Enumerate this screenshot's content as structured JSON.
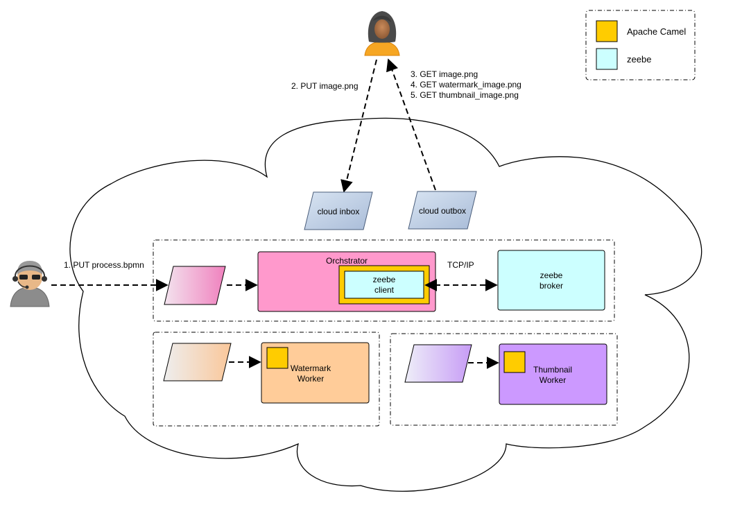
{
  "legend": {
    "items": [
      {
        "label": "Apache Camel",
        "color": "#FFCC00"
      },
      {
        "label": "zeebe",
        "color": "#CCFFFF"
      }
    ]
  },
  "actors": {
    "end_user": {
      "icon": "woman-user-icon"
    },
    "admin": {
      "icon": "operator-headset-icon"
    }
  },
  "arrows": {
    "put_image": "2. PUT image.png",
    "get_lines": [
      "3. GET image.png",
      "4. GET watermark_image.png",
      "5. GET thumbnail_image.png"
    ],
    "put_process": "1. PUT process.bpmn",
    "tcp": "TCP/IP"
  },
  "cloud": {
    "inbox": "cloud inbox",
    "outbox": "cloud outbox"
  },
  "orchestrator": {
    "title": "Orchstrator",
    "client_line1": "zeebe",
    "client_line2": "client",
    "color": "#FF99CC"
  },
  "broker": {
    "line1": "zeebe",
    "line2": "broker",
    "color": "#CCFFFF"
  },
  "watermark_worker": {
    "line1": "Watermark",
    "line2": "Worker",
    "color": "#FFCC99"
  },
  "thumbnail_worker": {
    "line1": "Thumbnail",
    "line2": "Worker",
    "color": "#CC99FF"
  }
}
